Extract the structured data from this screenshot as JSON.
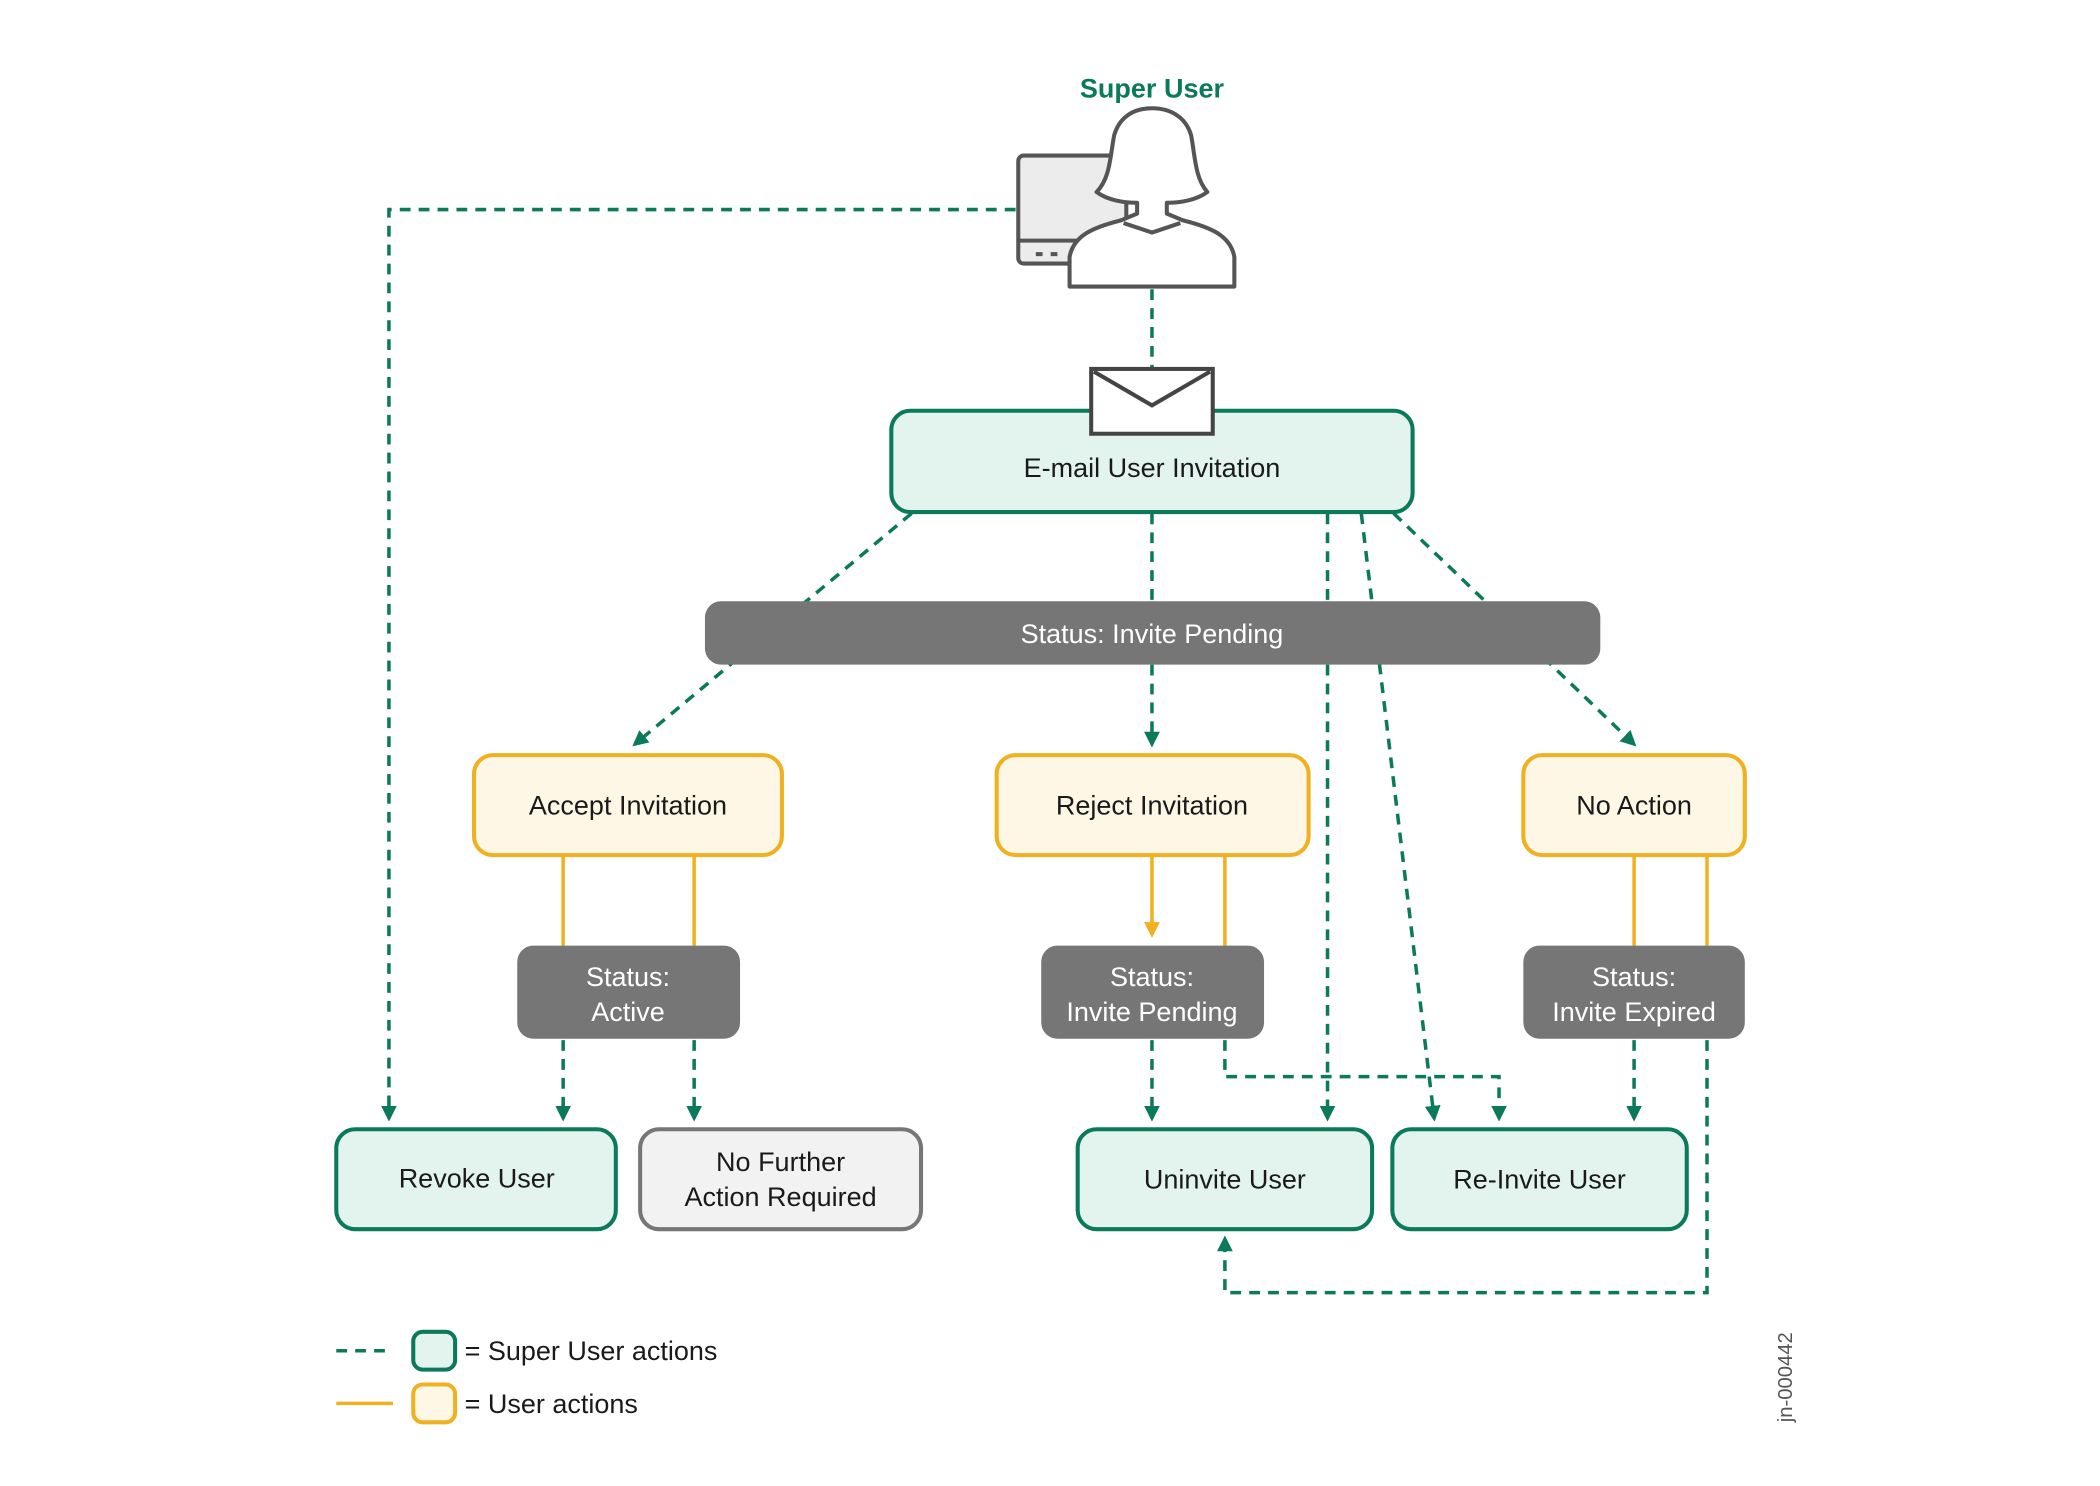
{
  "title": "Super User",
  "colors": {
    "green": "#0b7a5a",
    "green_fill": "#e3f3ee",
    "yellow": "#f0b020",
    "yellow_fill": "#fff7e6",
    "gray": "#767676",
    "gray_fill": "#f2f2f2",
    "text": "#1a1a1a"
  },
  "icons": {
    "user": "super-user-person-icon",
    "computer": "computer-monitor-icon",
    "mail": "envelope-icon"
  },
  "nodes": {
    "email_invitation": "E-mail User Invitation",
    "status_pending": "Status: Invite Pending",
    "accept": "Accept Invitation",
    "reject": "Reject Invitation",
    "no_action": "No Action",
    "status_active": [
      "Status:",
      "Active"
    ],
    "status_reject_pending": [
      "Status:",
      "Invite Pending"
    ],
    "status_expired": [
      "Status:",
      "Invite Expired"
    ],
    "revoke": "Revoke User",
    "no_further": [
      "No Further",
      "Action Required"
    ],
    "uninvite": "Uninvite User",
    "reinvite": "Re-Invite User"
  },
  "legend": {
    "super_user_actions": "= Super User actions",
    "user_actions": "= User actions"
  },
  "figure_id": "jn-000442"
}
